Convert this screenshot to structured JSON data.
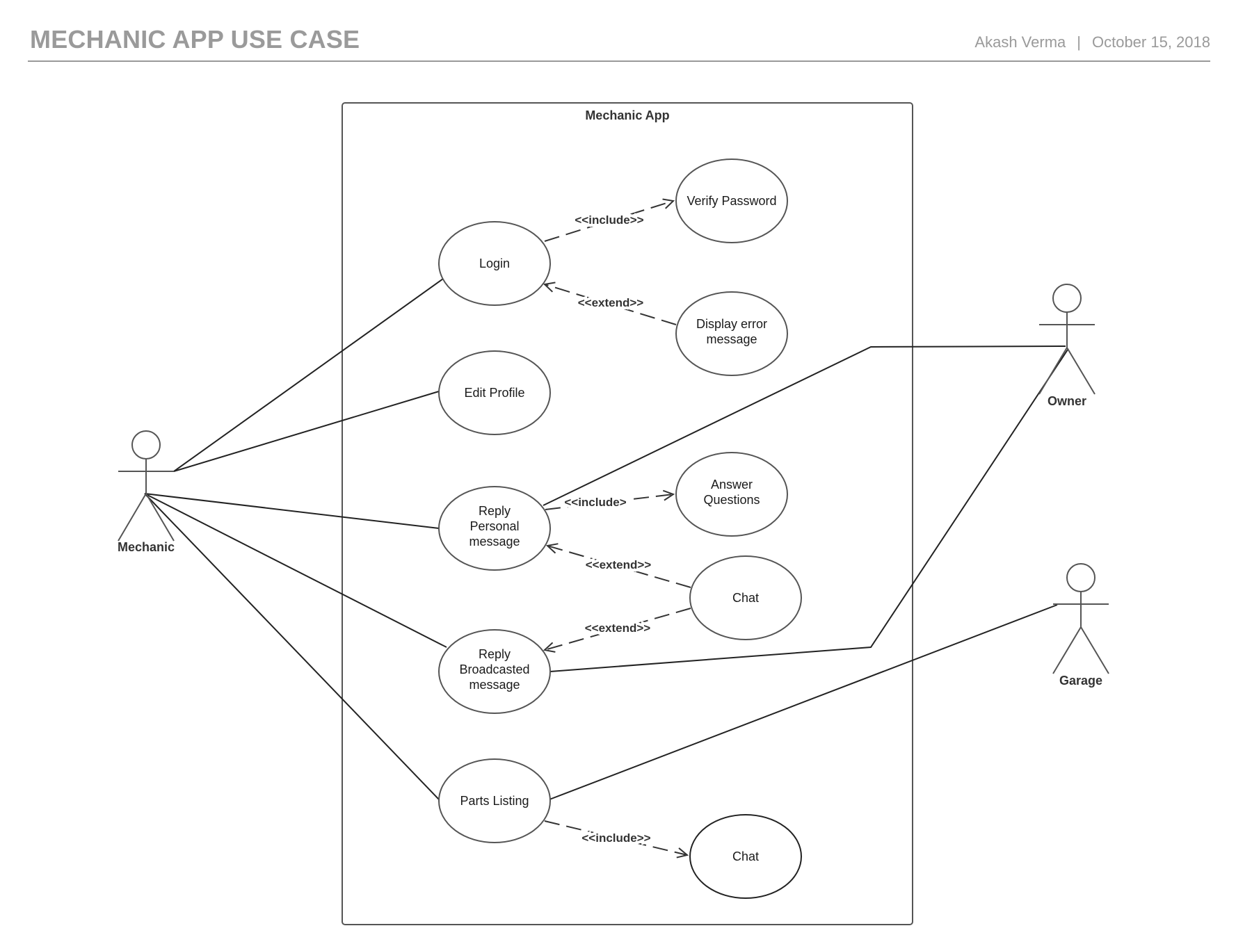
{
  "header": {
    "title": "MECHANIC APP USE CASE",
    "author": "Akash Verma",
    "separator": "|",
    "date": "October 15, 2018"
  },
  "diagram": {
    "system": {
      "id": "mechanic-app",
      "label": "Mechanic App"
    },
    "actors": [
      {
        "id": "mechanic",
        "label": "Mechanic"
      },
      {
        "id": "owner",
        "label": "Owner"
      },
      {
        "id": "garage",
        "label": "Garage"
      }
    ],
    "use_cases": [
      {
        "id": "login",
        "lines": [
          "Login"
        ]
      },
      {
        "id": "verify-password",
        "lines": [
          "Verify Password"
        ]
      },
      {
        "id": "display-error-message",
        "lines": [
          "Display error",
          "message"
        ]
      },
      {
        "id": "edit-profile",
        "lines": [
          "Edit Profile"
        ]
      },
      {
        "id": "reply-personal-message",
        "lines": [
          "Reply",
          "Personal",
          "message"
        ]
      },
      {
        "id": "answer-questions",
        "lines": [
          "Answer",
          "Questions"
        ]
      },
      {
        "id": "chat-1",
        "lines": [
          "Chat"
        ]
      },
      {
        "id": "reply-broadcasted-message",
        "lines": [
          "Reply",
          "Broadcasted",
          "message"
        ]
      },
      {
        "id": "parts-listing",
        "lines": [
          "Parts Listing"
        ]
      },
      {
        "id": "chat-2",
        "lines": [
          "Chat"
        ]
      }
    ],
    "associations": [
      {
        "from": "mechanic",
        "to": "login"
      },
      {
        "from": "mechanic",
        "to": "edit-profile"
      },
      {
        "from": "mechanic",
        "to": "reply-personal-message"
      },
      {
        "from": "mechanic",
        "to": "reply-broadcasted-message"
      },
      {
        "from": "mechanic",
        "to": "parts-listing"
      },
      {
        "from": "owner",
        "to": "reply-personal-message"
      },
      {
        "from": "owner",
        "to": "reply-broadcasted-message"
      },
      {
        "from": "garage",
        "to": "parts-listing"
      }
    ],
    "dependencies": [
      {
        "from": "login",
        "to": "verify-password",
        "stereotype": "<<include>>"
      },
      {
        "from": "display-error-message",
        "to": "login",
        "stereotype": "<<extend>>"
      },
      {
        "from": "reply-personal-message",
        "to": "answer-questions",
        "stereotype": "<<include>"
      },
      {
        "from": "chat-1",
        "to": "reply-personal-message",
        "stereotype": "<<extend>>"
      },
      {
        "from": "chat-1",
        "to": "reply-broadcasted-message",
        "stereotype": "<<extend>>"
      },
      {
        "from": "parts-listing",
        "to": "chat-2",
        "stereotype": "<<include>>"
      }
    ]
  }
}
